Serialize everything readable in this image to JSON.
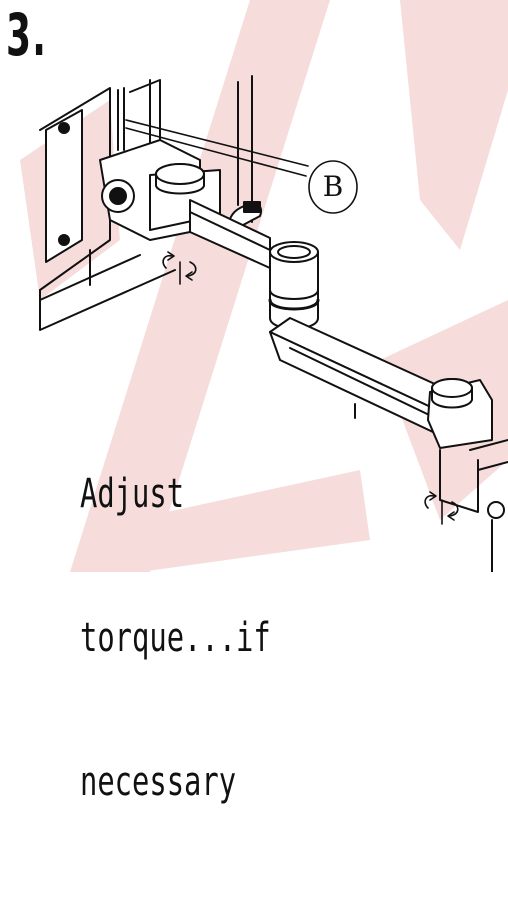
{
  "step": {
    "number": "3."
  },
  "callout": {
    "letter": "B"
  },
  "caption": {
    "lines": [
      "Adjust",
      "torque...if",
      "necessary"
    ]
  },
  "colors": {
    "line_art": "#111111",
    "watermark": "#f7dcdc",
    "background": "#ffffff"
  },
  "icons": [
    "rotation-arrow-icon",
    "rotation-arrow-icon"
  ]
}
